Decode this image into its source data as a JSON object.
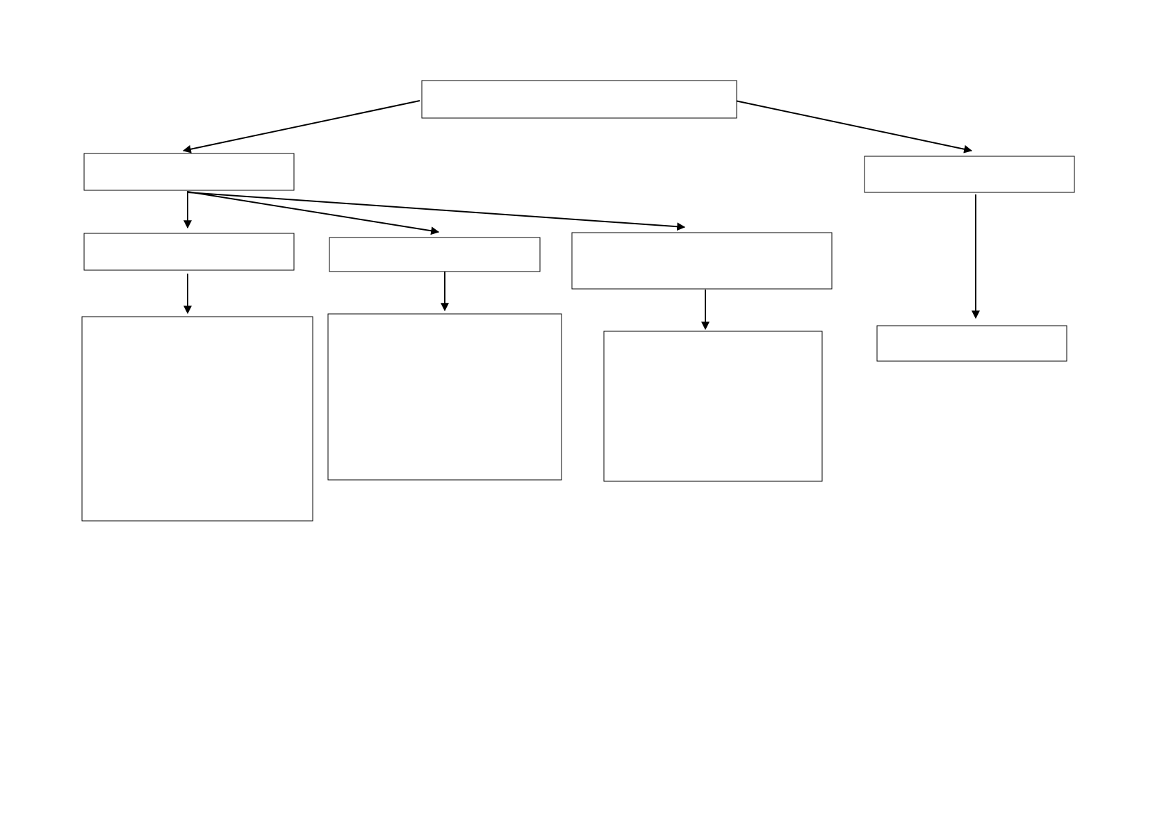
{
  "diagram": {
    "type": "hierarchy-flowchart",
    "stroke_color": "#000000",
    "background_color": "#ffffff",
    "nodes": [
      {
        "id": "root",
        "label": ""
      },
      {
        "id": "left-branch",
        "label": ""
      },
      {
        "id": "right-branch",
        "label": ""
      },
      {
        "id": "child-1",
        "label": ""
      },
      {
        "id": "child-2",
        "label": ""
      },
      {
        "id": "child-3",
        "label": ""
      },
      {
        "id": "detail-1",
        "label": ""
      },
      {
        "id": "detail-2",
        "label": ""
      },
      {
        "id": "detail-3",
        "label": ""
      },
      {
        "id": "right-detail",
        "label": ""
      }
    ],
    "edges": [
      {
        "from": "root",
        "to": "left-branch"
      },
      {
        "from": "root",
        "to": "right-branch"
      },
      {
        "from": "left-branch",
        "to": "child-1"
      },
      {
        "from": "left-branch",
        "to": "child-2"
      },
      {
        "from": "left-branch",
        "to": "child-3"
      },
      {
        "from": "child-1",
        "to": "detail-1"
      },
      {
        "from": "child-2",
        "to": "detail-2"
      },
      {
        "from": "child-3",
        "to": "detail-3"
      },
      {
        "from": "right-branch",
        "to": "right-detail"
      }
    ]
  }
}
